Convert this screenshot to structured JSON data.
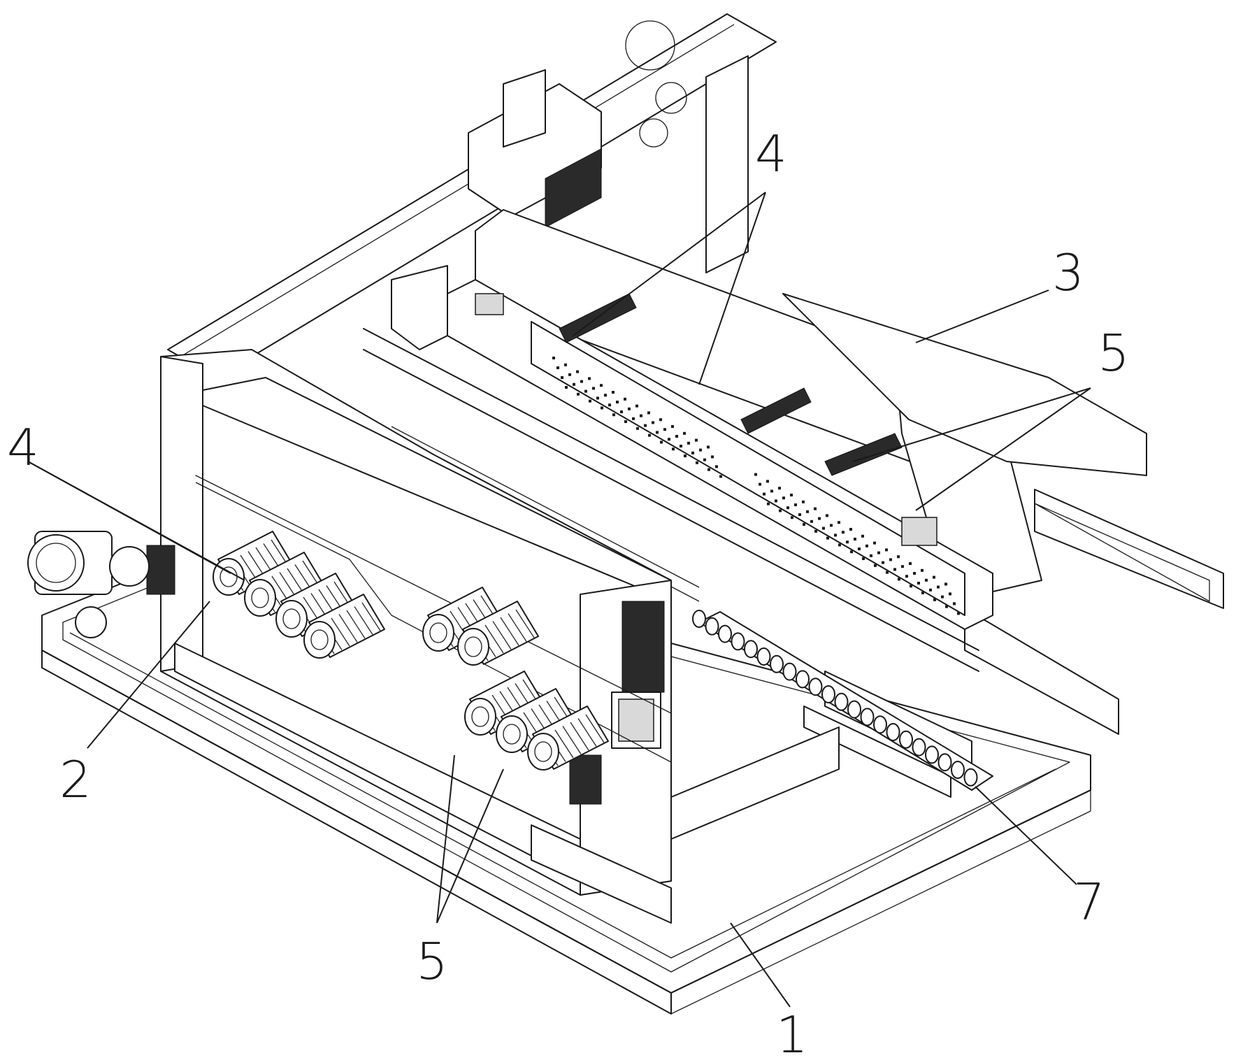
{
  "figure": {
    "callouts": [
      {
        "id": "c-4-top",
        "text": "4"
      },
      {
        "id": "c-3",
        "text": "3"
      },
      {
        "id": "c-5-right",
        "text": "5"
      },
      {
        "id": "c-4-left",
        "text": "4"
      },
      {
        "id": "c-2",
        "text": "2"
      },
      {
        "id": "c-5-bottom",
        "text": "5"
      },
      {
        "id": "c-1",
        "text": "1"
      },
      {
        "id": "c-7",
        "text": "7"
      }
    ]
  }
}
